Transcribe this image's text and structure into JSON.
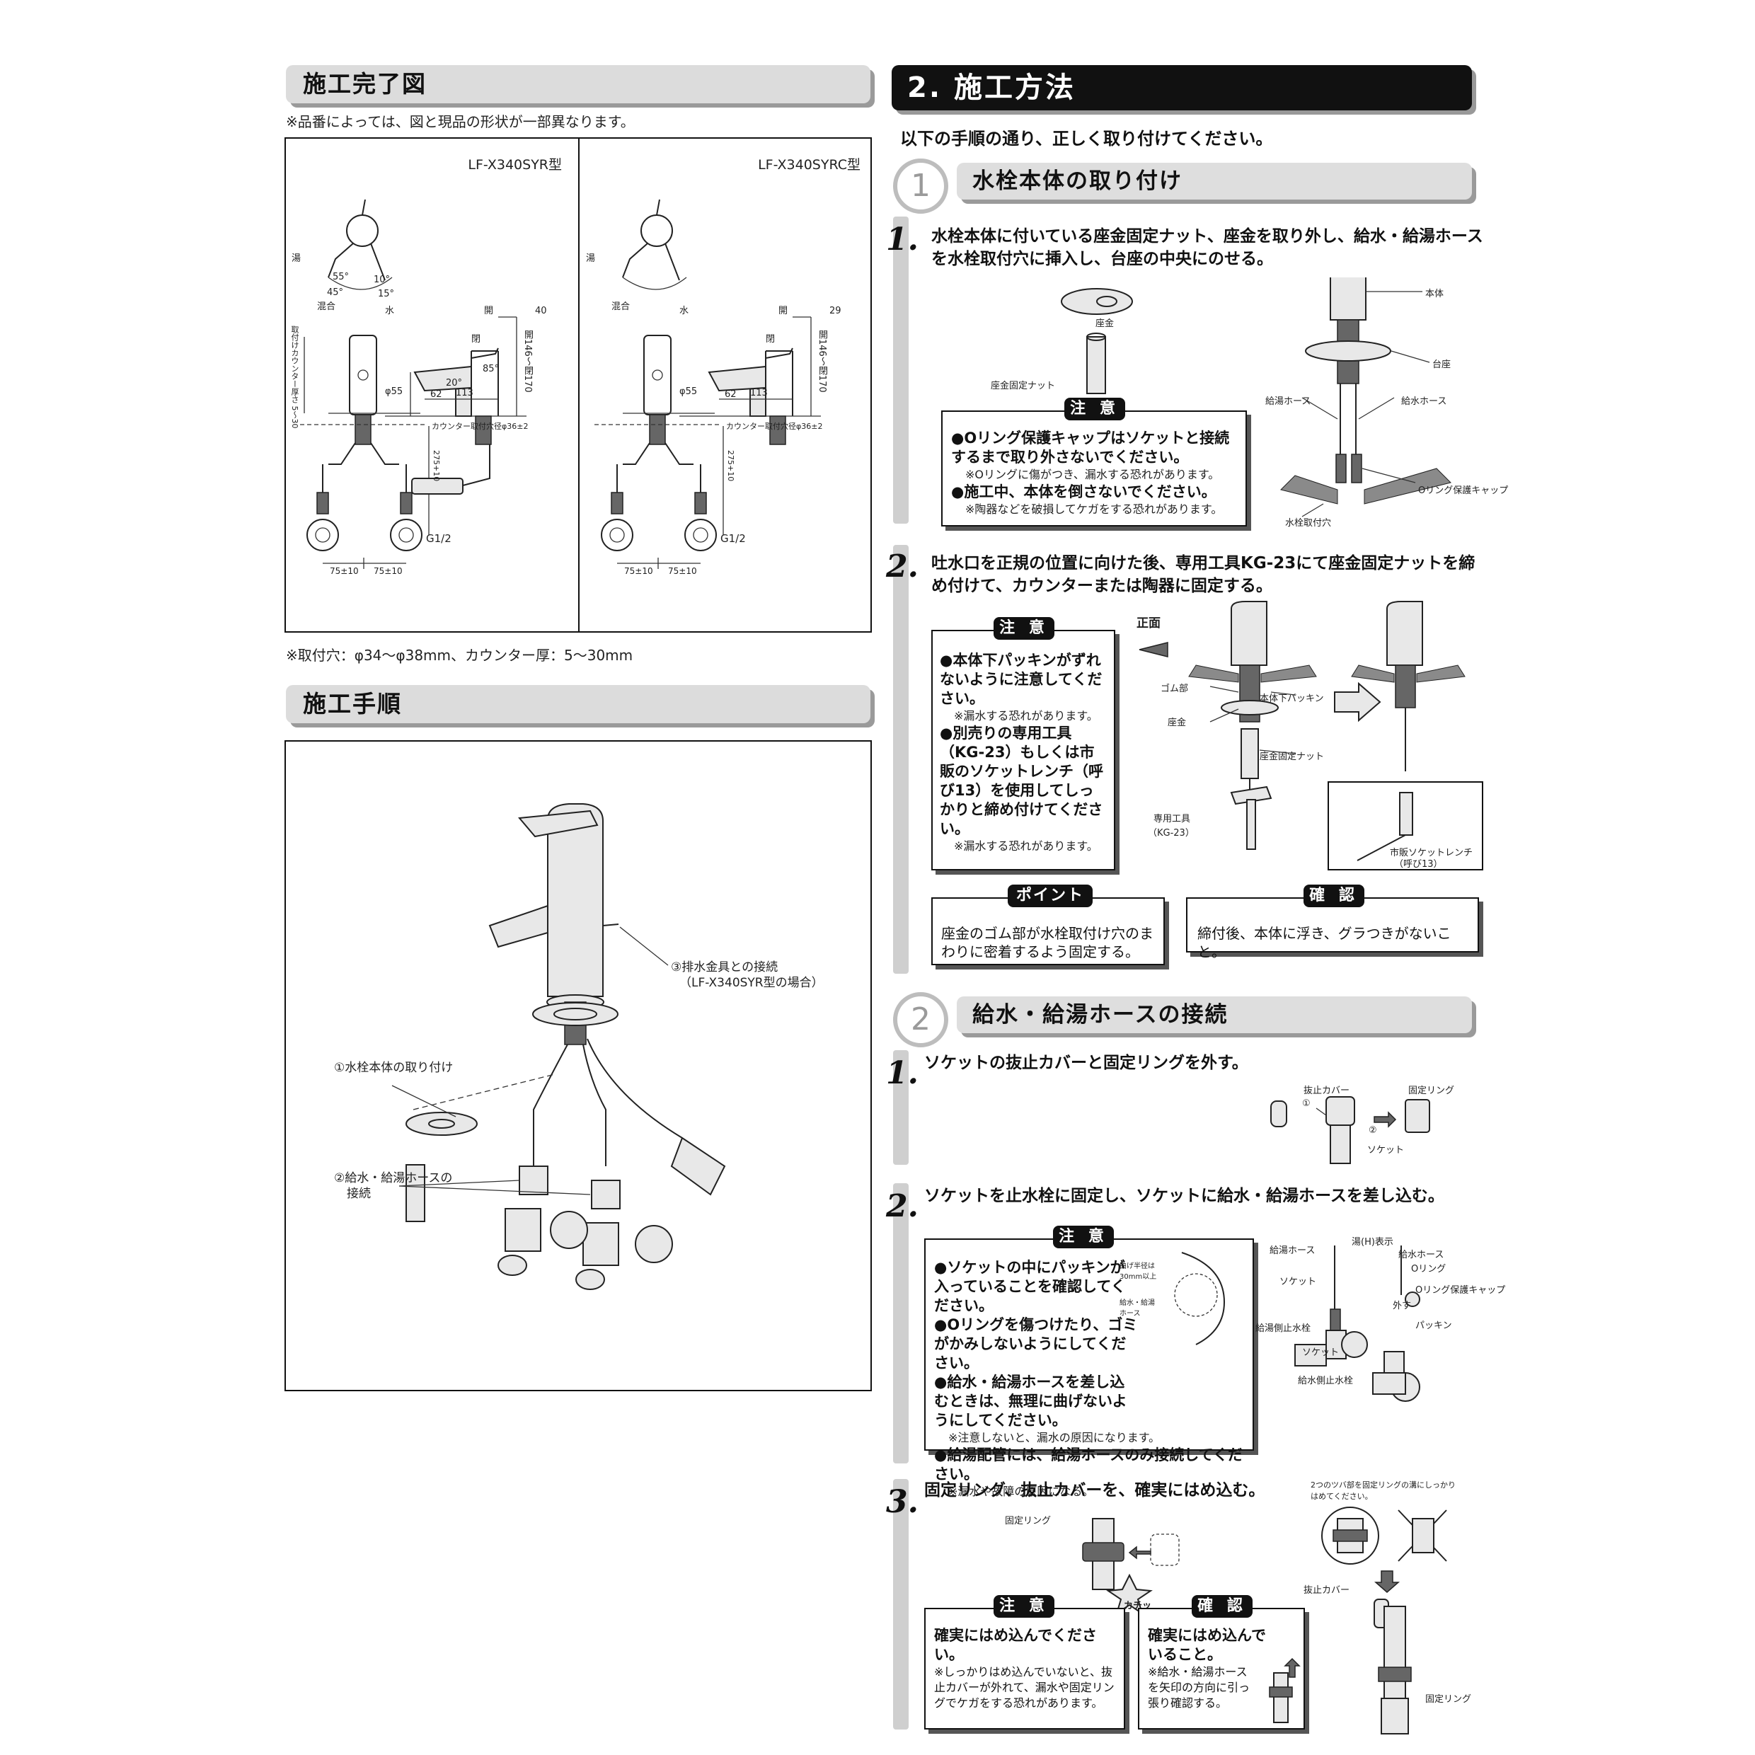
{
  "left": {
    "completion_title": "施工完了図",
    "completion_note": "※品番によっては、図と現品の形状が一部異なります。",
    "model_a": "LF-X340SYR型",
    "model_b": "LF-X340SYRC型",
    "dims": {
      "hot": "湯",
      "mix": "混合",
      "cold": "水",
      "a55": "55°",
      "a45": "45°",
      "a10": "10°",
      "a15": "15°",
      "open1": "開",
      "open2": "閉",
      "w40": "40",
      "w29": "29",
      "h170": "170",
      "h146": "開146〜閉170",
      "d55": "φ55",
      "h62": "62",
      "a20": "20°",
      "a85": "85°",
      "w113": "113",
      "counter_thk": "取付けカウンター厚さ 5〜30",
      "counter_hole": "カウンター取付穴径φ36±2",
      "h275": "275+10",
      "g12": "G1/2",
      "w75": "75±10"
    },
    "hole_note": "※取付穴：φ34〜φ38mm、カウンター厚：5〜30mm",
    "procedure_title": "施工手順",
    "callout_drain": "③排水金具との接続",
    "callout_drain_sub": "（LF-X340SYR型の場合）",
    "callout_body": "①水栓本体の取り付け",
    "callout_hose": "②給水・給湯ホースの",
    "callout_hose_sub": "接続"
  },
  "right": {
    "method_title": "2. 施工方法",
    "intro": "以下の手順の通り、正しく取り付けてください。",
    "sec1": {
      "num": "1",
      "title": "水栓本体の取り付け",
      "step1_num": "1.",
      "step1_text": "水栓本体に付いている座金固定ナット、座金を取り外し、給水・給湯ホースを水栓取付穴に挿入し、台座の中央にのせる。",
      "labels": {
        "washer": "座金",
        "nut": "座金固定ナット",
        "body": "本体",
        "base": "台座",
        "hot_hose": "給湯ホース",
        "cold_hose": "給水ホース",
        "oring_cap": "Oリング保護キャップ",
        "mount_hole": "水栓取付穴"
      },
      "caution1_title": "注 意",
      "caution1_items": [
        {
          "b": "●Oリング保護キャップはソケットと接続するまで取り外さないでください。",
          "s": "※Oリングに傷がつき、漏水する恐れがあります。"
        },
        {
          "b": "●施工中、本体を倒さないでください。",
          "s": "※陶器などを破損してケガをする恐れがあります。"
        }
      ],
      "step2_num": "2.",
      "step2_text": "吐水口を正規の位置に向けた後、専用工具KG-23にて座金固定ナットを締め付けて、カウンターまたは陶器に固定する。",
      "caution2_title": "注 意",
      "caution2_items": [
        {
          "b": "●本体下パッキンがずれないように注意してください。",
          "s": "※漏水する恐れがあります。"
        },
        {
          "b": "●別売りの専用工具（KG-23）もしくは市販のソケットレンチ（呼び13）を使用してしっかりと締め付けてください。",
          "s": "※漏水する恐れがあります。"
        }
      ],
      "labels2": {
        "front": "正面",
        "rubber": "ゴム部",
        "washer": "座金",
        "packing": "本体下パッキン",
        "nut": "座金固定ナット",
        "tool": "専用工具",
        "tool_code": "（KG-23）",
        "wrench": "市販ソケットレンチ",
        "wrench_size": "（呼び13）"
      },
      "point_title": "ポイント",
      "point_text": "座金のゴム部が水栓取付け穴のまわりに密着するよう固定する。",
      "check_title": "確 認",
      "check_text": "締付後、本体に浮き、グラつきがないこと。"
    },
    "sec2": {
      "num": "2",
      "title": "給水・給湯ホースの接続",
      "step1_num": "1.",
      "step1_text": "ソケットの抜止カバーと固定リングを外す。",
      "s1_labels": {
        "cover": "抜止カバー",
        "ring": "固定リング",
        "socket": "ソケット",
        "n1": "①",
        "n2": "②"
      },
      "step2_num": "2.",
      "step2_text": "ソケットを止水栓に固定し、ソケットに給水・給湯ホースを差し込む。",
      "caution_title": "注 意",
      "caution_items": [
        {
          "b": "●ソケットの中にパッキンが入っていることを確認してください。",
          "s": ""
        },
        {
          "b": "●Oリングを傷つけたり、ゴミがかみしないようにしてください。",
          "s": ""
        },
        {
          "b": "●給水・給湯ホースを差し込むときは、無理に曲げないようにしてください。",
          "s": "※注意しないと、漏水の原因になります。"
        },
        {
          "b": "●給湯配管には、給湯ホースのみ接続してください。",
          "s": "※漏水や故障の原因になる。"
        }
      ],
      "bend_note": "曲げ半径は30mm以上",
      "bend_hose": "給水・給湯ホース",
      "s2_labels": {
        "hot_hose": "給湯ホース",
        "hot_mark": "湯(H)表示",
        "cold_hose": "給水ホース",
        "oring": "Oリング",
        "socket": "ソケット",
        "oring_cap": "Oリング保護キャップ",
        "remove": "外す",
        "hot_valve": "給湯側止水栓",
        "packing": "パッキン",
        "socket2": "ソケット",
        "cold_valve": "給水側止水栓"
      },
      "step3_num": "3.",
      "step3_text": "固定リング、抜止カバーを、確実にはめ込む。",
      "s3_labels": {
        "ring": "固定リング",
        "click": "カチッ",
        "tsuba_note": "2つのツバ部を固定リングの溝にしっかりはめてください。",
        "cover": "抜止カバー",
        "ring2": "固定リング"
      },
      "caution3_title": "注 意",
      "caution3_bold": "確実にはめ込んでください。",
      "caution3_sub": "※しっかりはめ込んでいないと、抜止カバーが外れて、漏水や固定リングでケガをする恐れがあります。",
      "check3_title": "確 認",
      "check3_bold": "確実にはめ込んでいること。",
      "check3_sub": "※給水・給湯ホースを矢印の方向に引っ張り確認する。"
    }
  }
}
